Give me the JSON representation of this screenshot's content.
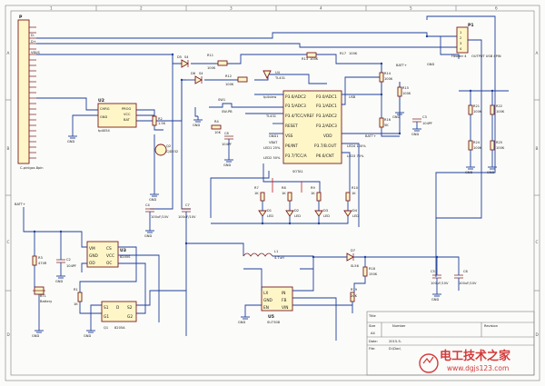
{
  "sheet": {
    "title_block": {
      "title_label": "Title",
      "size_label": "Size",
      "size_value": "A4",
      "number_label": "Number",
      "revision_label": "Revision",
      "date_label": "Date:",
      "date_value": "2015-5-",
      "file_label": "File:",
      "file_value": "D:\\Doc\\"
    },
    "ruler": {
      "top": [
        "1",
        "2",
        "3",
        "4",
        "5",
        "6"
      ],
      "left": [
        "A",
        "B",
        "C",
        "D"
      ]
    },
    "watermark": {
      "text": "电工技术之家",
      "url": "www.dgjs123.com"
    }
  },
  "connector_p": {
    "ref": "P",
    "name": "C-pinlgzz-8pin",
    "pins": [
      "D-",
      "D+",
      "VBUS"
    ]
  },
  "usb_charger": {
    "ref": "U2",
    "pins_left": [
      "CHRG",
      "GND"
    ],
    "pins_right": [
      "PROG",
      "VCC",
      "BAT"
    ],
    "part": "tp4054",
    "r_prog_ref": "R2",
    "r_prog_val": "1.5K",
    "q_ref": "Q2",
    "q_val": "CJD232"
  },
  "top_diodes": {
    "d5_ref": "D5",
    "d5_val": "S4",
    "d6_ref": "D6",
    "d6_val": "S4",
    "r11_ref": "R11",
    "r11_val": "100K",
    "r12_ref": "R12",
    "r12_val": "100K",
    "r13_ref": "R13",
    "r13_val": "100K",
    "u4_ref": "U4",
    "u4_val": "TL431",
    "r17_ref": "R17",
    "r17_val": "100K",
    "sw1_ref": "SW1",
    "sw1_val": "SW-PB",
    "c8_ref": "C8",
    "c8_val": "104PF",
    "r10_ref": "R4",
    "r10_val": "10K"
  },
  "mcu": {
    "ref": "U1",
    "part": "SOTA1",
    "left_pins": [
      "P3.6/ADC2",
      "P3.5/ADC3",
      "P3.4/TCC/VREF",
      "RESET",
      "VSS",
      "P6/INT",
      "P3.7/TCC/A"
    ],
    "right_pins": [
      "P3.0/ADC1",
      "P3.1/ADC1",
      "P3.3/ADC2",
      "P3.2/ADC3",
      "VDD",
      "P3.7/B.OUT",
      "P6.6/CNT"
    ],
    "left_nets": [
      "tp4view",
      "",
      "TL431",
      "GND1",
      "VBAT",
      "LED1 25%",
      "LED2 50%"
    ],
    "right_nets": [
      "USB",
      "",
      "",
      "",
      "BATT+",
      "LED4 100%",
      "LED3 75%"
    ]
  },
  "leds": {
    "refs": [
      "D1",
      "D2",
      "D3",
      "D4"
    ],
    "vals": [
      "LED",
      "LED",
      "LED",
      "LED"
    ],
    "res_refs": [
      "R7",
      "R8",
      "R9",
      "R10"
    ],
    "res_vals": [
      "1K",
      "1K",
      "1K",
      "1K"
    ]
  },
  "caps_mid": {
    "c4_ref": "C4",
    "c4_val": "100uF/10V",
    "c7_ref": "C7",
    "c7_val": "100uF/10V",
    "c1_ref": "C1",
    "c1_val": "104PF"
  },
  "usb_out": {
    "ref": "P1",
    "name": "Header 4",
    "part": "OUTPUT USB 4PIN",
    "gnd": "GND"
  },
  "divider_right": {
    "r14_ref": "R14",
    "r14_val": "100K",
    "r15_ref": "R15",
    "r15_val": "100K",
    "r16_ref": "R16",
    "r16_val": "5K",
    "r21_ref": "R21",
    "r21_val": "100K",
    "r22_ref": "R22",
    "r22_val": "100K",
    "r24_ref": "R24",
    "r24_val": "100K",
    "r25_ref": "R25",
    "r25_val": "100K",
    "c3_ref": "C3",
    "c3_val": "104PF",
    "batt_label": "BATT+"
  },
  "protection": {
    "u3_ref": "U3",
    "u3_part": "8205S",
    "u3_pins_left": [
      "VM",
      "GND",
      "OD"
    ],
    "u3_pins_right": [
      "CS",
      "VCC",
      "OC"
    ],
    "q1_ref": "Q1",
    "q1_part": "8205A",
    "q1_pins": [
      "S1",
      "D",
      "S2",
      "G1",
      "G2"
    ],
    "r1_ref": "R1",
    "r1_val": "1K",
    "r3_ref": "R3",
    "r3_val": "470R",
    "c2_ref": "C2",
    "c2_val": "104PF",
    "bt_ref": "BT1",
    "bt_val": "Battery",
    "batt_label": "BATT+"
  },
  "boost": {
    "l_ref": "L1",
    "l_val": "4.7uH",
    "d7_ref": "D7",
    "d7_val": "SL56",
    "u5_ref": "U5",
    "u5_part": "SU7308",
    "u5_pins_left": [
      "LX",
      "GND",
      "EN"
    ],
    "u5_pins_right": [
      "IN",
      "FB",
      "VIN"
    ],
    "r18_ref": "R18",
    "r18_val": "150K",
    "r19_ref": "R19",
    "r19_val": "20K",
    "c5_ref": "C5",
    "c5_val": "100uF/10V",
    "c6_ref": "C6",
    "c6_val": "100uF/10V"
  },
  "gnd_labels": [
    "GND",
    "GND",
    "GND",
    "GND",
    "GND",
    "GND",
    "GND",
    "GND",
    "GND",
    "GND",
    "GND",
    "GND",
    "GND",
    "GND"
  ]
}
